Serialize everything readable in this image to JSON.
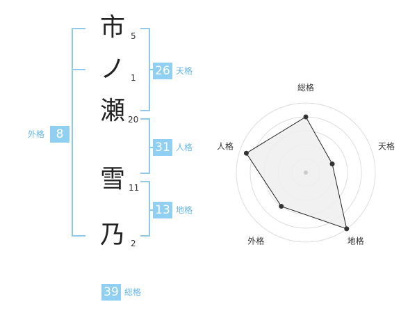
{
  "name": {
    "characters": [
      {
        "char": "市",
        "strokes": "5"
      },
      {
        "char": "ノ",
        "strokes": "1"
      },
      {
        "char": "瀬",
        "strokes": "20"
      },
      {
        "char": "雪",
        "strokes": "11"
      },
      {
        "char": "乃",
        "strokes": "2"
      }
    ]
  },
  "kakusu": {
    "tenkaku": {
      "value": "26",
      "label": "天格"
    },
    "jinkaku": {
      "value": "31",
      "label": "人格"
    },
    "chikaku": {
      "value": "13",
      "label": "地格"
    },
    "gaikaku": {
      "value": "8",
      "label": "外格"
    },
    "soukaku": {
      "value": "39",
      "label": "総格"
    }
  },
  "chart_data": {
    "type": "radar",
    "axes": [
      "総格",
      "天格",
      "地格",
      "外格",
      "人格"
    ],
    "values": [
      4,
      2,
      5,
      3,
      4.5
    ],
    "max": 5,
    "rings": 5,
    "colors": {
      "fill": "#eeeeee",
      "stroke": "#222222",
      "ring": "#dddddd",
      "center": "#cccccc"
    }
  },
  "colors": {
    "accent": "#8fcff2",
    "bracket": "#8fc9ee",
    "label": "#64b8ec"
  }
}
